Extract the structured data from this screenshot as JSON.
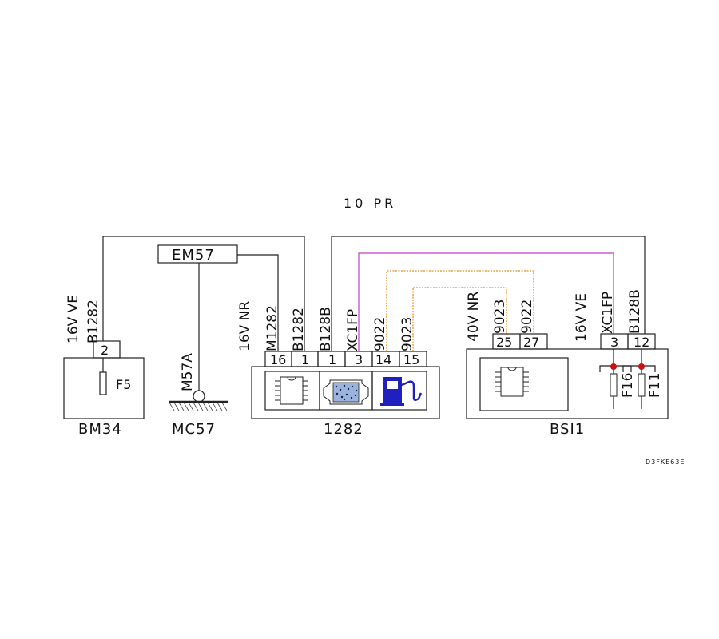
{
  "title": "10 PR",
  "reference": "D3FKE63E",
  "components": {
    "bm34": {
      "name": "BM34",
      "pin": "2",
      "wire_spec": "16V VE",
      "wire_id": "B1282",
      "fuse": "F5"
    },
    "mc57": {
      "name": "MC57",
      "wire_id": "M57A"
    },
    "em57": {
      "name": "EM57"
    },
    "c1282": {
      "name": "1282",
      "wire_specs": [
        "16V NR",
        "M1282",
        "B1282",
        "B128B",
        "XC1FP",
        "9022",
        "9023"
      ],
      "pins": [
        "16",
        "1",
        "1",
        "3",
        "14",
        "15"
      ]
    },
    "bsi1": {
      "name": "BSI1",
      "left_wire_specs": [
        "40V NR",
        "9023",
        "9022"
      ],
      "left_pins": [
        "25",
        "27"
      ],
      "right_wire_specs": [
        "16V VE",
        "XC1FP",
        "B128B"
      ],
      "right_pins": [
        "3",
        "12"
      ],
      "fuses": [
        "F16",
        "F11"
      ]
    }
  },
  "colors": {
    "wire_purple": "#c040c0",
    "wire_orange": "#e09020",
    "fuel_blue": "#2020c0",
    "fuse_red": "#cc1111"
  },
  "icons": [
    "chip-icon",
    "particle-filter-icon",
    "fuel-pump-icon"
  ]
}
